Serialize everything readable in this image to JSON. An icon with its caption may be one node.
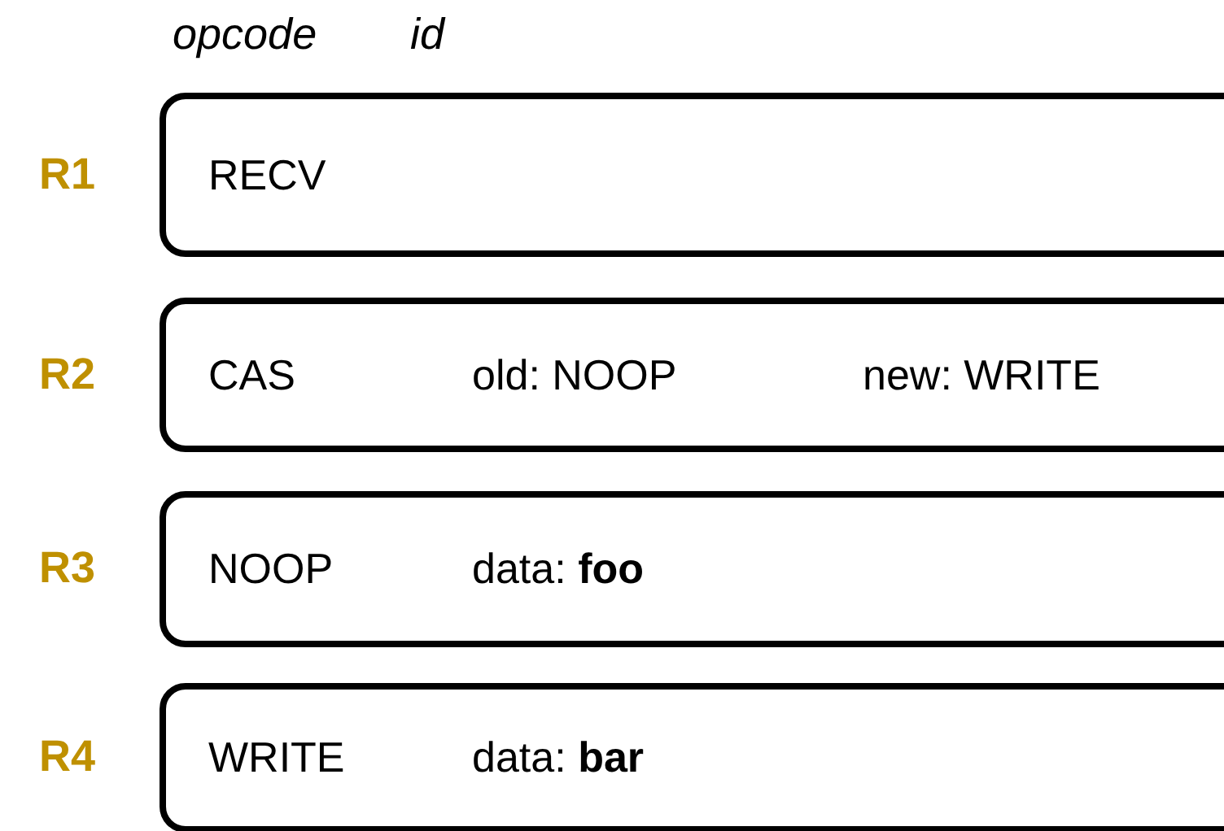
{
  "diagram": {
    "nodes": [
      {
        "text": [
          "RECV"
        ],
        "beside": [
          "R1"
        ]
      },
      {
        "text": [
          "CAS",
          "old: NOOP",
          "new: WRITE"
        ],
        "beside": [
          "R2"
        ]
      },
      {
        "text": [
          "NOOP",
          "data: **foo**"
        ],
        "beside": [
          "R3"
        ]
      },
      {
        "text": [
          "WRITE",
          "data: **bar**"
        ],
        "beside": [
          "R4"
        ]
      }
    ],
    "labels": [
      "opcode",
      "id"
    ]
  }
}
